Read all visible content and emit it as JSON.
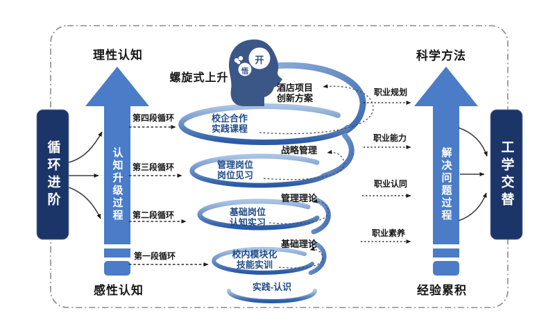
{
  "diagram_title": "螺旋式上升",
  "colors": {
    "navy_box": "#1c3568",
    "arrow_blue": "#4a7cc7",
    "spiral_dark": "#2a5aa6",
    "spiral_light": "#a9c3e4",
    "head_blue": "#3b5787",
    "course_text": "#1e4a87",
    "frame_gray": "#8a8a8a"
  },
  "icons": {
    "head": "thinking-head-icon",
    "bubble_large": "thought-bubble-large-icon",
    "bubble_small": "thought-bubble-small-icon",
    "spark": "idea-spark-icon"
  },
  "left_panel": {
    "box_label": "循环进阶",
    "arrow_label": "认知升级过程",
    "top_label": "理性认知",
    "bottom_label": "感性认知"
  },
  "right_panel": {
    "box_label": "工学交替",
    "arrow_label": "解决问题过程",
    "top_label": "科学方法",
    "bottom_label": "经验累积"
  },
  "spiral": {
    "title": "螺旋式上升",
    "head_bubble_large": "开",
    "head_bubble_small": "悟",
    "base_label": "实践-认识",
    "stages": [
      {
        "cycle": "第四段循环",
        "course_line1": "校企合作",
        "course_line2": "实践课程",
        "theory_line1": "酒店项目",
        "theory_line2": "创新方案",
        "outcome": "职业规划"
      },
      {
        "cycle": "第三段循环",
        "course_line1": "管理岗位",
        "course_line2": "岗位见习",
        "theory_line1": "战略管理",
        "theory_line2": "",
        "outcome": "职业能力"
      },
      {
        "cycle": "第二段循环",
        "course_line1": "基础岗位",
        "course_line2": "认知实习",
        "theory_line1": "管理理论",
        "theory_line2": "",
        "outcome": "职业认同"
      },
      {
        "cycle": "第一段循环",
        "course_line1": "校内模块化",
        "course_line2": "技能实训",
        "theory_line1": "基础理论",
        "theory_line2": "",
        "outcome": "职业素养"
      }
    ]
  }
}
